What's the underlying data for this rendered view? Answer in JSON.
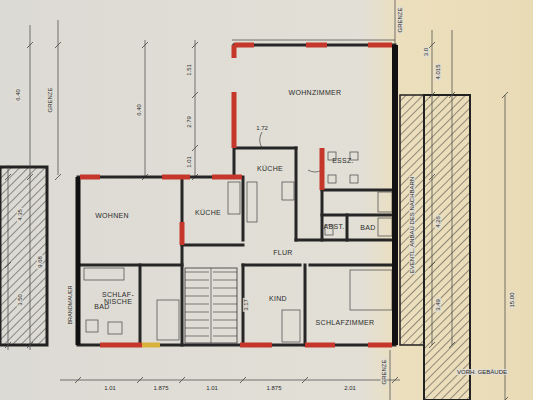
{
  "diagram": {
    "nodes": [
      {
        "text": [
          "WOHNZIMMER"
        ]
      },
      {
        "text": [
          "ESSZ."
        ]
      },
      {
        "text": [
          "KÜCHE"
        ]
      },
      {
        "text": [
          "WOHNEN"
        ]
      },
      {
        "text": [
          "KÜCHE"
        ]
      },
      {
        "text": [
          "ABST."
        ]
      },
      {
        "text": [
          "BAD"
        ]
      },
      {
        "text": [
          "FLUR"
        ]
      },
      {
        "text": [
          "SCHLAF- NISCHE"
        ]
      },
      {
        "text": [
          "BAD"
        ]
      },
      {
        "text": [
          "KIND"
        ]
      },
      {
        "text": [
          "SCHLAFZIMMER"
        ]
      }
    ],
    "labels": [
      "GRENZE",
      "6.40",
      "4.35",
      "3.50",
      "9.68",
      "6.40",
      "1.51",
      "2.79",
      "1.01",
      "GRENZE",
      "3.0",
      "4.015",
      "4.26",
      "3.49",
      "15.00",
      "BRANDMAUER",
      "EVENTL. ANBAU DES NACHBARN",
      "VORH. GEBÄUDE",
      "GRENZE",
      "1.01",
      "1.875",
      "1.01",
      "1.875",
      "2.01",
      "3.17",
      "1.72"
    ]
  }
}
